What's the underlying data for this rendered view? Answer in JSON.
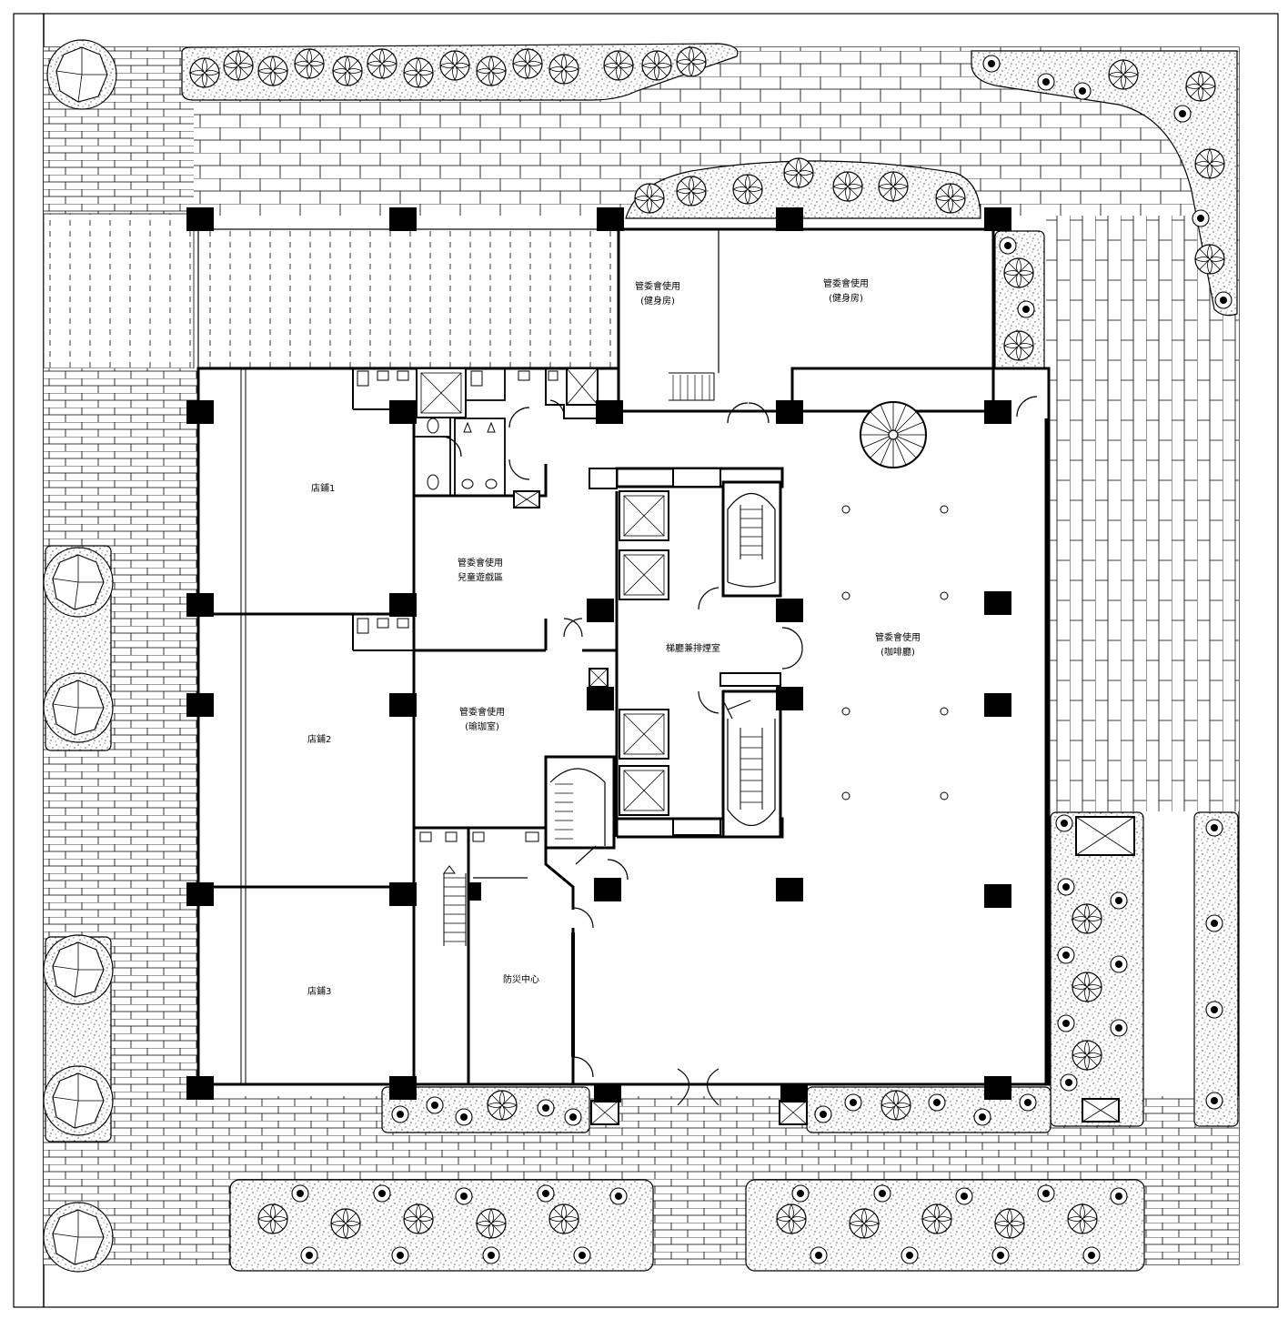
{
  "rooms": {
    "gym_small": {
      "line1": "管委會使用",
      "line2": "(健身房)"
    },
    "gym_large": {
      "line1": "管委會使用",
      "line2": "(健身房)"
    },
    "shop1": {
      "line1": "店鋪1"
    },
    "shop2": {
      "line1": "店鋪2"
    },
    "shop3": {
      "line1": "店鋪3"
    },
    "kids_play": {
      "line1": "管委會使用",
      "line2": "兒童遊戲區"
    },
    "yoga": {
      "line1": "管委會使用",
      "line2": "(瑜珈室)"
    },
    "elevator_lobby": {
      "line1": "梯廳兼排煙室"
    },
    "cafe": {
      "line1": "管委會使用",
      "line2": "(咖啡廳)"
    },
    "disaster_center": {
      "line1": "防災中心"
    }
  },
  "colors": {
    "line": "#000000",
    "fill": "#ffffff",
    "column": "#000000"
  },
  "icons": [
    "tree-symbol",
    "elevator-cross-symbol",
    "stair-symbol",
    "spiral-stair-symbol",
    "door-swing-symbol",
    "toilet-symbol"
  ]
}
